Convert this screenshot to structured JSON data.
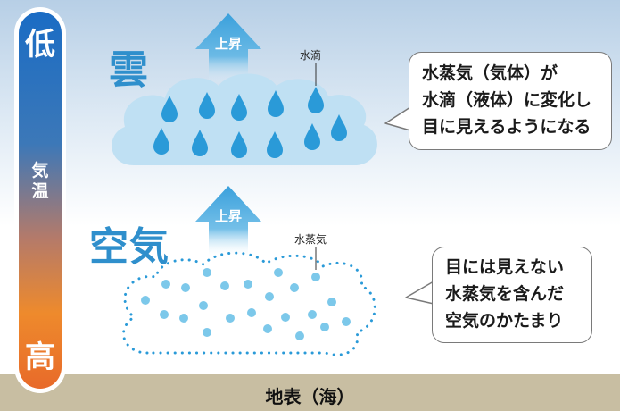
{
  "thermometer": {
    "label_top": "低",
    "label_middle": "気温",
    "label_bottom": "高",
    "gradient_colors": [
      "#1a6cc4",
      "#ee8a2c",
      "#e86a2a"
    ]
  },
  "cloud_section": {
    "title": "雲",
    "arrow_label": "上昇",
    "drop_label": "水滴",
    "callout_lines": [
      "水蒸気（気体）が",
      "水滴（液体）に変化し",
      "目に見えるようになる"
    ]
  },
  "air_section": {
    "title": "空気",
    "arrow_label": "上昇",
    "vapor_label": "水蒸気",
    "callout_lines": [
      "目には見えない",
      "水蒸気を含んだ",
      "空気のかたまり"
    ]
  },
  "ground": {
    "label": "地表（海）",
    "color": "#c8bea2"
  },
  "colors": {
    "title_blue": "#2f8fcc",
    "cloud_fill": "#bfe0f3",
    "drop_blue": "#2a9ad8",
    "dot_blue": "#7cc8ea",
    "arrow_blue": "#3aa0dc"
  },
  "icons": [
    "thermometer-bar",
    "up-arrow-icon",
    "water-drop-icon",
    "vapor-dot-icon",
    "cloud-shape",
    "air-mass-outline"
  ]
}
